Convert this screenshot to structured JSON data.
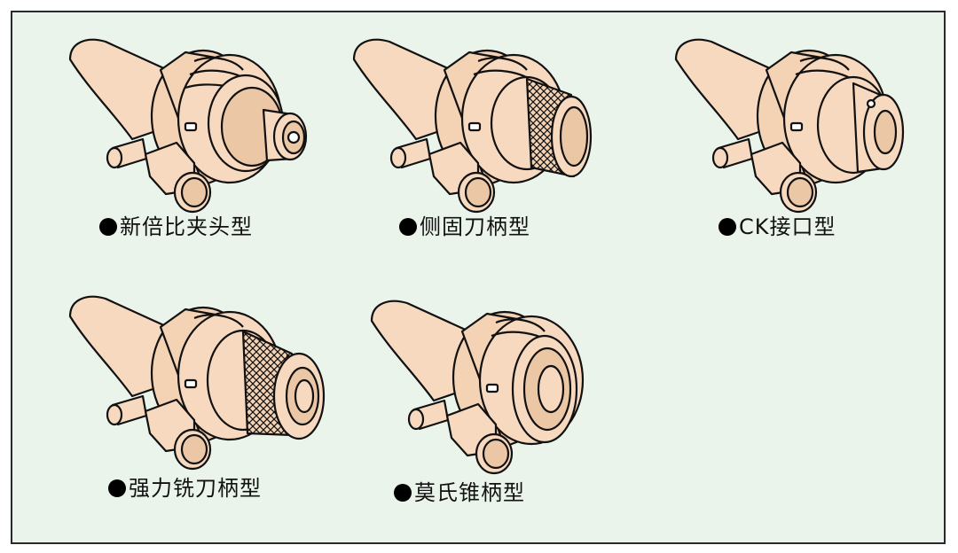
{
  "colors": {
    "background": "#eaf4ea",
    "body": "#f7d9bf",
    "body_shade": "#ecc7a6",
    "outline": "#111111"
  },
  "items": [
    {
      "label": "新倍比夹头型",
      "icon": "collet-chuck-holder-icon"
    },
    {
      "label": "侧固刀柄型",
      "icon": "side-lock-holder-icon"
    },
    {
      "label": "CK接口型",
      "icon": "ck-interface-holder-icon"
    },
    {
      "label": "强力铣刀柄型",
      "icon": "power-milling-chuck-icon"
    },
    {
      "label": "莫氏锥柄型",
      "icon": "morse-taper-holder-icon"
    }
  ]
}
